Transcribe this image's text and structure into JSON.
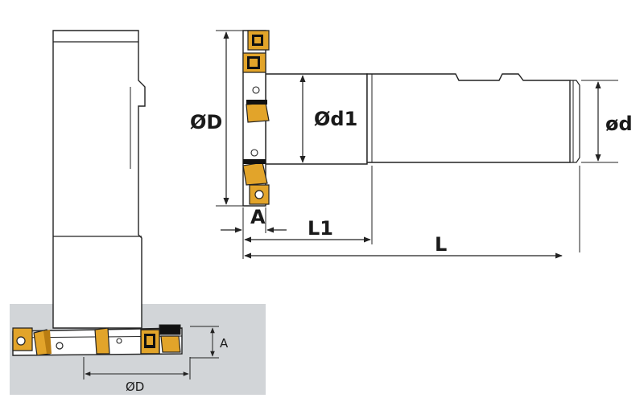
{
  "labels": {
    "side_diameter": "ØD",
    "side_neck_diameter": "Ød1",
    "side_shank_diameter": "ød",
    "side_width": "A",
    "side_l1": "L1",
    "side_length": "L",
    "front_width": "A",
    "front_diameter": "ØD"
  },
  "colors": {
    "insert_gold": "#e2a42a",
    "insert_gold_dark": "#b97d12",
    "shank_fill": "#ffffff",
    "panel_gray": "#d2d5d8",
    "line": "#222222",
    "insert_black": "#111111"
  },
  "icons": {
    "insert": "indexable-insert-icon",
    "screw": "clamp-screw-icon"
  }
}
